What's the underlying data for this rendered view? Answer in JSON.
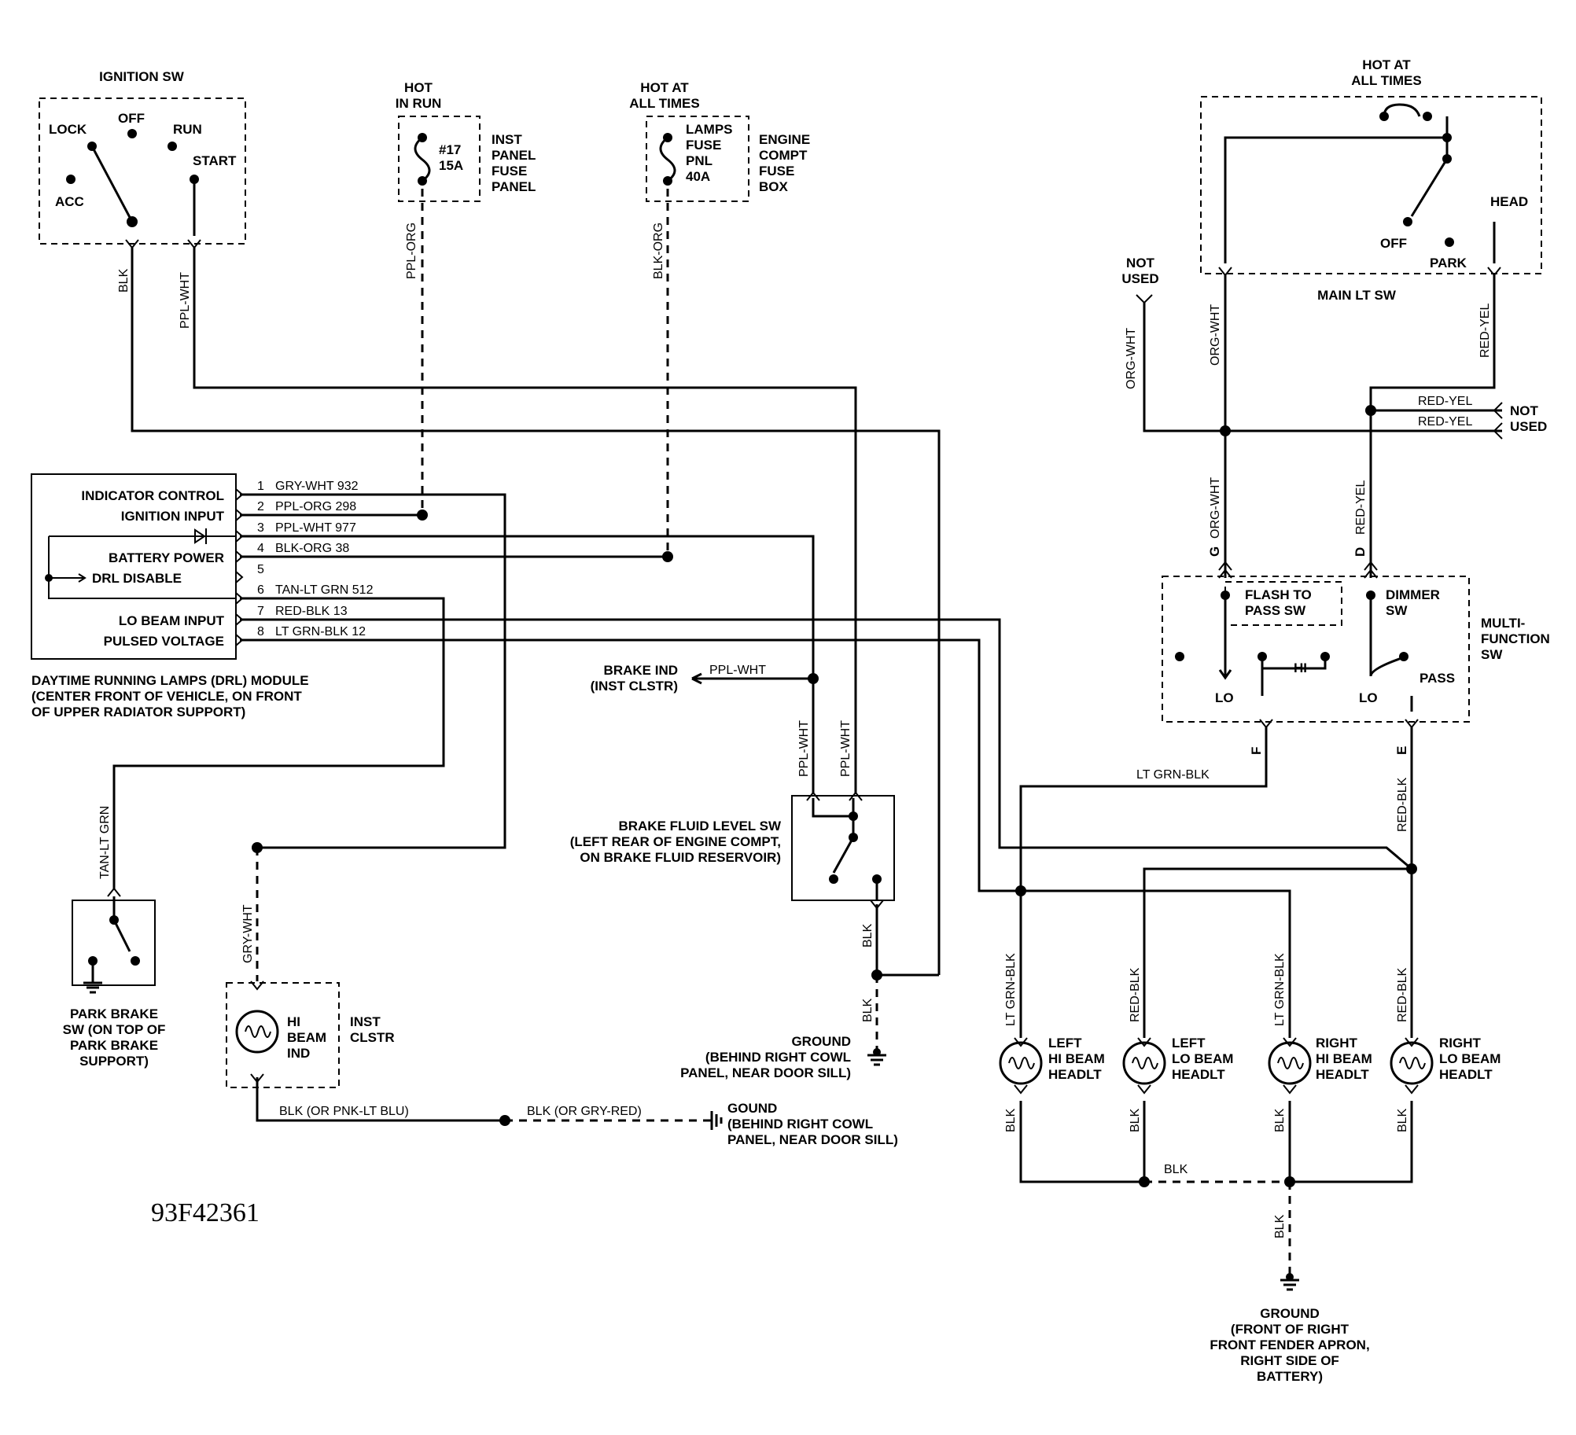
{
  "ignition_switch": {
    "title": "IGNITION SW",
    "positions": {
      "lock": "LOCK",
      "off": "OFF",
      "run": "RUN",
      "start": "START",
      "acc": "ACC"
    }
  },
  "fuse_17": {
    "header": "HOT\nIN RUN",
    "rating": "#17\n15A",
    "location": "INST\nPANEL\nFUSE\nPANEL"
  },
  "fuse_lamps": {
    "header": "HOT AT\nALL TIMES",
    "rating": "LAMPS\nFUSE\nPNL\n40A",
    "location": "ENGINE\nCOMPT\nFUSE\nBOX"
  },
  "main_lt_sw": {
    "header": "HOT AT\nALL TIMES",
    "title": "MAIN LT SW",
    "positions": {
      "off": "OFF",
      "park": "PARK",
      "head": "HEAD"
    }
  },
  "not_used_1": "NOT\nUSED",
  "not_used_2": "NOT\nUSED",
  "drl_module": {
    "pin_labels": [
      "INDICATOR CONTROL",
      "IGNITION INPUT",
      "BATTERY POWER",
      "DRL DISABLE",
      "LO BEAM INPUT",
      "PULSED VOLTAGE"
    ],
    "caption": "DAYTIME RUNNING LAMPS (DRL) MODULE\n(CENTER FRONT OF VEHICLE, ON FRONT\nOF UPPER RADIATOR SUPPORT)",
    "pins": [
      {
        "num": "1",
        "wire": "GRY-WHT 932"
      },
      {
        "num": "2",
        "wire": "PPL-ORG 298"
      },
      {
        "num": "3",
        "wire": "PPL-WHT 977"
      },
      {
        "num": "4",
        "wire": "BLK-ORG 38"
      },
      {
        "num": "5",
        "wire": ""
      },
      {
        "num": "6",
        "wire": "TAN-LT GRN 512"
      },
      {
        "num": "7",
        "wire": "RED-BLK 13"
      },
      {
        "num": "8",
        "wire": "LT GRN-BLK 12"
      }
    ]
  },
  "multifunction_sw": {
    "title": "MULTI-\nFUNCTION\nSW",
    "flash": "FLASH TO\nPASS SW",
    "dimmer": "DIMMER\nSW",
    "lo_1": "LO",
    "hi": "HI",
    "lo_2": "LO",
    "pass": "PASS",
    "pins": {
      "g": "G",
      "d": "D",
      "f": "F",
      "e": "E"
    }
  },
  "brake_ind": "BRAKE IND\n(INST CLSTR)",
  "brake_fluid_sw": "BRAKE FLUID LEVEL SW\n(LEFT REAR OF ENGINE COMPT,\nON BRAKE FLUID RESERVOIR)",
  "ground_1": "GROUND\n(BEHIND RIGHT COWL\nPANEL, NEAR DOOR SILL)",
  "ground_2": "GOUND\n(BEHIND RIGHT COWL\nPANEL, NEAR DOOR SILL)",
  "ground_3": "GROUND\n(FRONT OF RIGHT\nFRONT FENDER APRON,\nRIGHT SIDE OF\nBATTERY)",
  "park_brake_sw": "PARK BRAKE\nSW (ON TOP OF\nPARK BRAKE\nSUPPORT)",
  "hi_beam_ind": {
    "label": "HI\nBEAM\nIND",
    "location": "INST\nCLSTR"
  },
  "headlamps": [
    {
      "label": "LEFT\nHI BEAM\nHEADLT"
    },
    {
      "label": "LEFT\nLO BEAM\nHEADLT"
    },
    {
      "label": "RIGHT\nHI BEAM\nHEADLT"
    },
    {
      "label": "RIGHT\nLO BEAM\nHEADLT"
    }
  ],
  "wires": {
    "blk": "BLK",
    "ppl_wht": "PPL-WHT",
    "ppl_org": "PPL-ORG",
    "blk_org": "BLK-ORG",
    "org_wht": "ORG-WHT",
    "red_yel": "RED-YEL",
    "red_blk": "RED-BLK",
    "lt_grn_blk": "LT GRN-BLK",
    "tan_lt_grn": "TAN-LT GRN",
    "gry_wht": "GRY-WHT",
    "blk_pnk": "BLK (OR PNK-LT BLU)",
    "blk_gry": "BLK (OR GRY-RED)"
  },
  "figure_ref": "93F42361"
}
